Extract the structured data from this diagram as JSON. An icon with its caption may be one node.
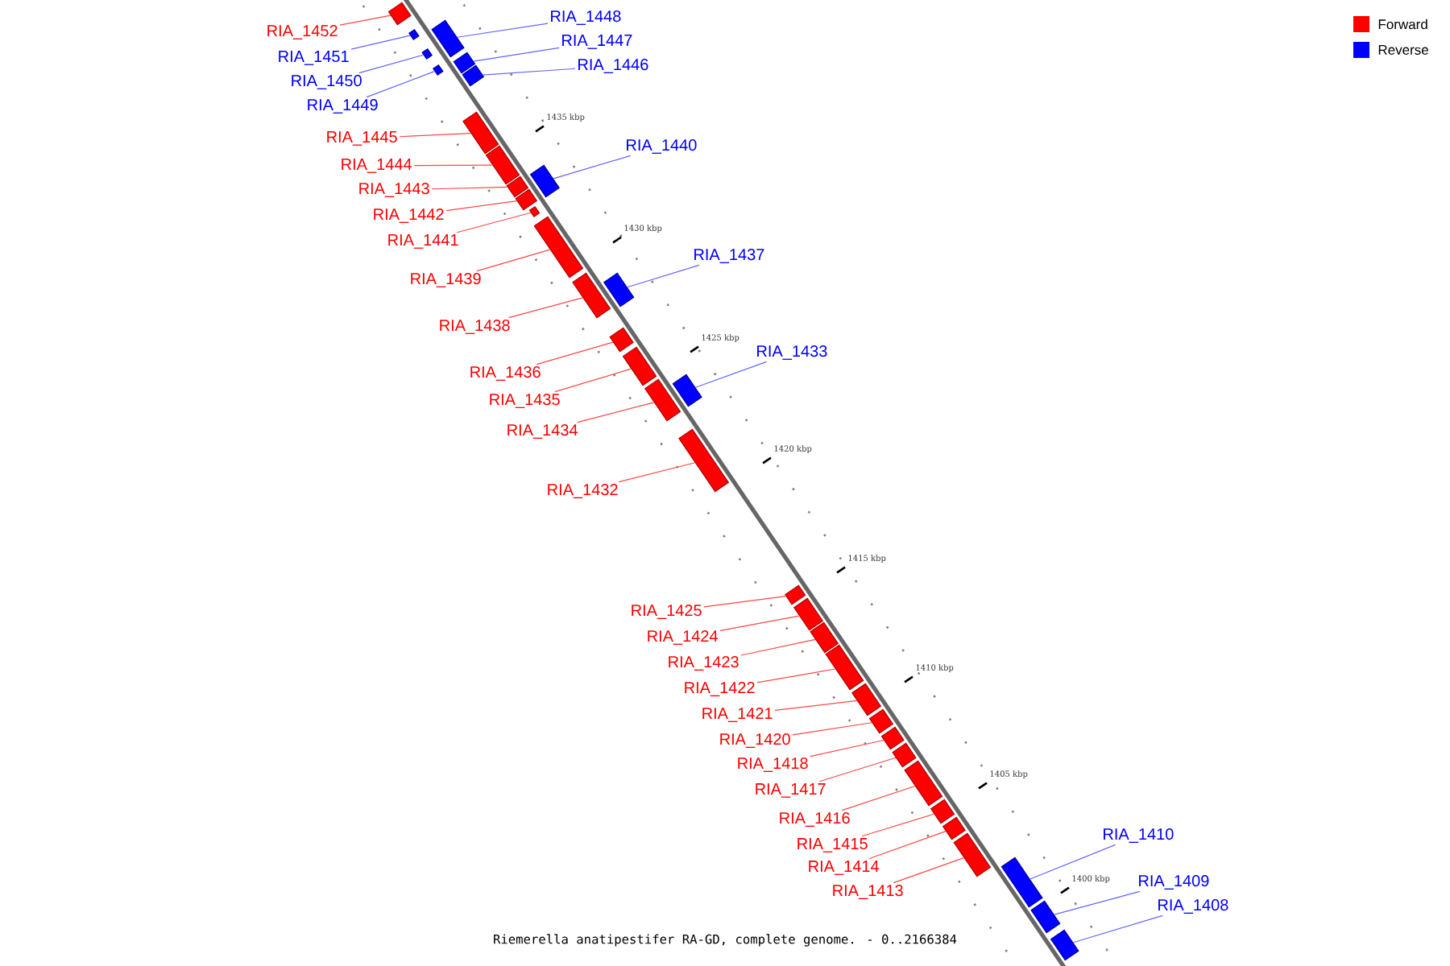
{
  "diagram": {
    "caption": "Riemerella anatipestifer RA-GD, complete genome. - 0..2166384",
    "nodes": [
      {
        "text": [
          "RIA_1452"
        ]
      },
      {
        "text": [],
        "shape": "box"
      },
      {
        "text": [
          "RIA_1451"
        ]
      },
      {
        "text": [],
        "shape": "box"
      },
      {
        "text": [
          "RIA_1448"
        ]
      },
      {
        "text": [],
        "shape": "box"
      },
      {
        "text": [
          "RIA_1450"
        ]
      },
      {
        "text": [],
        "shape": "box"
      },
      {
        "text": [
          "RIA_1449"
        ]
      },
      {
        "text": [],
        "shape": "box"
      },
      {
        "text": [
          "RIA_1447"
        ]
      },
      {
        "text": [],
        "shape": "box"
      },
      {
        "text": [
          "RIA_1446"
        ]
      },
      {
        "text": [],
        "shape": "box"
      },
      {
        "text": [
          "RIA_1445"
        ]
      },
      {
        "text": [],
        "shape": "box"
      },
      {
        "text": [
          "RIA_1444"
        ]
      },
      {
        "text": [],
        "shape": "box"
      },
      {
        "text": [
          "RIA_1443"
        ]
      },
      {
        "text": [],
        "shape": "box"
      },
      {
        "text": [
          "RIA_1440"
        ]
      },
      {
        "text": [],
        "shape": "box"
      },
      {
        "text": [
          "RIA_1442"
        ]
      },
      {
        "text": [],
        "shape": "box"
      },
      {
        "text": [
          "RIA_1441"
        ]
      },
      {
        "text": [],
        "shape": "box"
      },
      {
        "text": [
          "RIA_1439"
        ]
      },
      {
        "text": [],
        "shape": "box"
      },
      {
        "text": [
          "RIA_1438"
        ]
      },
      {
        "text": [],
        "shape": "box"
      },
      {
        "text": [
          "RIA_1437"
        ]
      },
      {
        "text": [],
        "shape": "box"
      },
      {
        "text": [
          "RIA_1436"
        ]
      },
      {
        "text": [],
        "shape": "box"
      },
      {
        "text": [
          "RIA_1435"
        ]
      },
      {
        "text": [],
        "shape": "box"
      },
      {
        "text": [
          "RIA_1434"
        ]
      },
      {
        "text": [],
        "shape": "box"
      },
      {
        "text": [
          "RIA_1433"
        ]
      },
      {
        "text": [],
        "shape": "box"
      },
      {
        "text": [
          "RIA_1432"
        ]
      },
      {
        "text": [],
        "shape": "box"
      },
      {
        "text": [
          "RIA_1425"
        ]
      },
      {
        "text": [],
        "shape": "box"
      },
      {
        "text": [
          "RIA_1424"
        ]
      },
      {
        "text": [],
        "shape": "box"
      },
      {
        "text": [
          "RIA_1423"
        ]
      },
      {
        "text": [],
        "shape": "box"
      },
      {
        "text": [
          "RIA_1422"
        ]
      },
      {
        "text": [],
        "shape": "box"
      },
      {
        "text": [
          "RIA_1421"
        ]
      },
      {
        "text": [],
        "shape": "box"
      },
      {
        "text": [
          "RIA_1420"
        ]
      },
      {
        "text": [],
        "shape": "box"
      },
      {
        "text": [
          "RIA_1418"
        ]
      },
      {
        "text": [],
        "shape": "box"
      },
      {
        "text": [
          "RIA_1417"
        ]
      },
      {
        "text": [],
        "shape": "box"
      },
      {
        "text": [
          "RIA_1416"
        ]
      },
      {
        "text": [],
        "shape": "box"
      },
      {
        "text": [
          "RIA_1415"
        ]
      },
      {
        "text": [],
        "shape": "box"
      },
      {
        "text": [
          "RIA_1414"
        ]
      },
      {
        "text": [],
        "shape": "box"
      },
      {
        "text": [
          "RIA_1413"
        ]
      },
      {
        "text": [],
        "shape": "box"
      },
      {
        "text": [
          "RIA_1410"
        ]
      },
      {
        "text": [],
        "shape": "box"
      },
      {
        "text": [
          "RIA_1409"
        ]
      },
      {
        "text": [],
        "shape": "box"
      },
      {
        "text": [
          "RIA_1408"
        ]
      },
      {
        "text": [],
        "shape": "box"
      }
    ],
    "edges": [
      {
        "from": 0,
        "to": 1,
        "arrow": "none"
      },
      {
        "from": 2,
        "to": 3,
        "arrow": "none",
        "color": "#6464ff"
      },
      {
        "from": 4,
        "to": 5,
        "arrow": "none",
        "color": "#6464ff"
      },
      {
        "from": 6,
        "to": 7,
        "arrow": "none",
        "color": "#6464ff"
      },
      {
        "from": 8,
        "to": 9,
        "arrow": "none",
        "color": "#6464ff"
      },
      {
        "from": 10,
        "to": 11,
        "arrow": "none",
        "color": "#6464ff"
      },
      {
        "from": 12,
        "to": 13,
        "arrow": "none",
        "color": "#6464ff"
      },
      {
        "from": 14,
        "to": 15,
        "arrow": "none"
      },
      {
        "from": 16,
        "to": 17,
        "arrow": "none"
      },
      {
        "from": 18,
        "to": 19,
        "arrow": "none"
      },
      {
        "from": 20,
        "to": 21,
        "arrow": "none",
        "color": "#6464ff"
      },
      {
        "from": 22,
        "to": 23,
        "arrow": "none"
      },
      {
        "from": 24,
        "to": 25,
        "arrow": "none"
      },
      {
        "from": 26,
        "to": 27,
        "arrow": "none"
      },
      {
        "from": 28,
        "to": 29,
        "arrow": "none"
      },
      {
        "from": 30,
        "to": 31,
        "arrow": "none",
        "color": "#6464ff"
      },
      {
        "from": 32,
        "to": 33,
        "arrow": "none"
      },
      {
        "from": 34,
        "to": 35,
        "arrow": "none"
      },
      {
        "from": 36,
        "to": 37,
        "arrow": "none"
      },
      {
        "from": 38,
        "to": 39,
        "arrow": "none",
        "color": "#6464ff"
      },
      {
        "from": 40,
        "to": 41,
        "arrow": "none"
      },
      {
        "from": 42,
        "to": 43,
        "arrow": "none"
      },
      {
        "from": 44,
        "to": 45,
        "arrow": "none"
      },
      {
        "from": 46,
        "to": 47,
        "arrow": "none"
      },
      {
        "from": 48,
        "to": 49,
        "arrow": "none"
      },
      {
        "from": 50,
        "to": 51,
        "arrow": "none"
      },
      {
        "from": 52,
        "to": 53,
        "arrow": "none"
      },
      {
        "from": 54,
        "to": 55,
        "arrow": "none"
      },
      {
        "from": 56,
        "to": 57,
        "arrow": "none"
      },
      {
        "from": 58,
        "to": 59,
        "arrow": "none"
      },
      {
        "from": 60,
        "to": 61,
        "arrow": "none"
      },
      {
        "from": 62,
        "to": 63,
        "arrow": "none"
      },
      {
        "from": 64,
        "to": 65,
        "arrow": "none"
      },
      {
        "from": 66,
        "to": 67,
        "arrow": "none",
        "color": "#6464ff"
      },
      {
        "from": 68,
        "to": 69,
        "arrow": "none",
        "color": "#6464ff"
      },
      {
        "from": 70,
        "to": 71,
        "arrow": "none",
        "color": "#6464ff"
      }
    ],
    "labels": [
      "1435 kbp",
      "1430 kbp",
      "1425 kbp",
      "1420 kbp",
      "1415 kbp",
      "1410 kbp",
      "1405 kbp",
      "1400 kbp"
    ],
    "legend": [
      {
        "text": "Forward",
        "color": "#ff0000"
      },
      {
        "text": "Reverse",
        "color": "#0000ff"
      }
    ]
  }
}
